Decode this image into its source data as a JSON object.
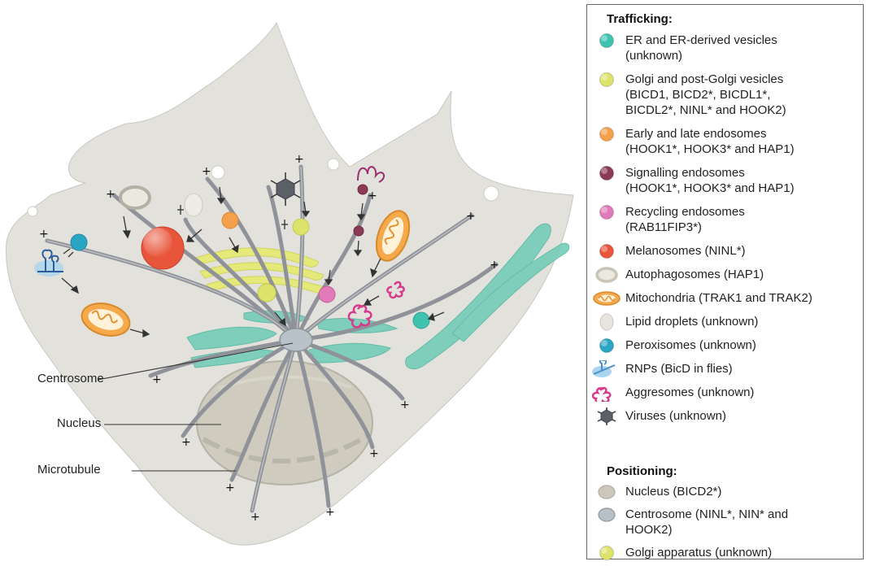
{
  "callouts": {
    "centrosome": "Centrosome",
    "nucleus": "Nucleus",
    "microtubule": "Microtubule"
  },
  "plus_sign": "+",
  "legend": {
    "trafficking_heading": "Trafficking:",
    "positioning_heading": "Positioning:",
    "trafficking": [
      {
        "icon": "er-vesicle-icon",
        "color": "#3fc3b0",
        "lines": [
          "ER and ER-derived vesicles",
          "(unknown)"
        ]
      },
      {
        "icon": "golgi-vesicle-icon",
        "color": "#dde36a",
        "lines": [
          "Golgi and post-Golgi vesicles",
          "(BICD1, BICD2*, BICDL1*,",
          "BICDL2*, NINL* and HOOK2)"
        ]
      },
      {
        "icon": "endosome-icon",
        "color": "#f5a04a",
        "lines": [
          "Early and late endosomes",
          "(HOOK1*, HOOK3* and HAP1)"
        ]
      },
      {
        "icon": "signalling-endosome-icon",
        "color": "#8c3a55",
        "lines": [
          "Signalling endosomes",
          "(HOOK1*, HOOK3* and HAP1)"
        ]
      },
      {
        "icon": "recycling-endosome-icon",
        "color": "#e07ab8",
        "lines": [
          "Recycling endosomes",
          "(RAB11FIP3*)"
        ]
      },
      {
        "icon": "melanosome-icon",
        "color": "#e8553a",
        "lines": [
          "Melanosomes (NINL*)"
        ]
      },
      {
        "icon": "autophagosome-icon",
        "color": "#c9c5b6",
        "lines": [
          "Autophagosomes (HAP1)"
        ]
      },
      {
        "icon": "mitochondria-icon",
        "color": "#f5a94a",
        "lines": [
          "Mitochondria (TRAK1 and TRAK2)"
        ]
      },
      {
        "icon": "lipid-droplet-icon",
        "color": "#e6e4dd",
        "lines": [
          "Lipid droplets (unknown)"
        ]
      },
      {
        "icon": "peroxisome-icon",
        "color": "#2aa6c4",
        "lines": [
          "Peroxisomes (unknown)"
        ]
      },
      {
        "icon": "rnp-icon",
        "color": "#4a8fc9",
        "lines": [
          "RNPs (BicD in flies)"
        ]
      },
      {
        "icon": "aggresome-icon",
        "color": "#d63a8c",
        "lines": [
          "Aggresomes (unknown)"
        ]
      },
      {
        "icon": "virus-icon",
        "color": "#5b5f66",
        "lines": [
          "Viruses (unknown)"
        ]
      }
    ],
    "positioning": [
      {
        "icon": "nucleus-icon",
        "color": "#cbc8bb",
        "lines": [
          "Nucleus (BICD2*)"
        ]
      },
      {
        "icon": "centrosome-icon",
        "color": "#b8c0c8",
        "lines": [
          "Centrosome (NINL*, NIN* and",
          "HOOK2)"
        ]
      },
      {
        "icon": "golgi-apparatus-icon",
        "color": "#dde36a",
        "lines": [
          "Golgi apparatus (unknown)"
        ]
      }
    ]
  }
}
